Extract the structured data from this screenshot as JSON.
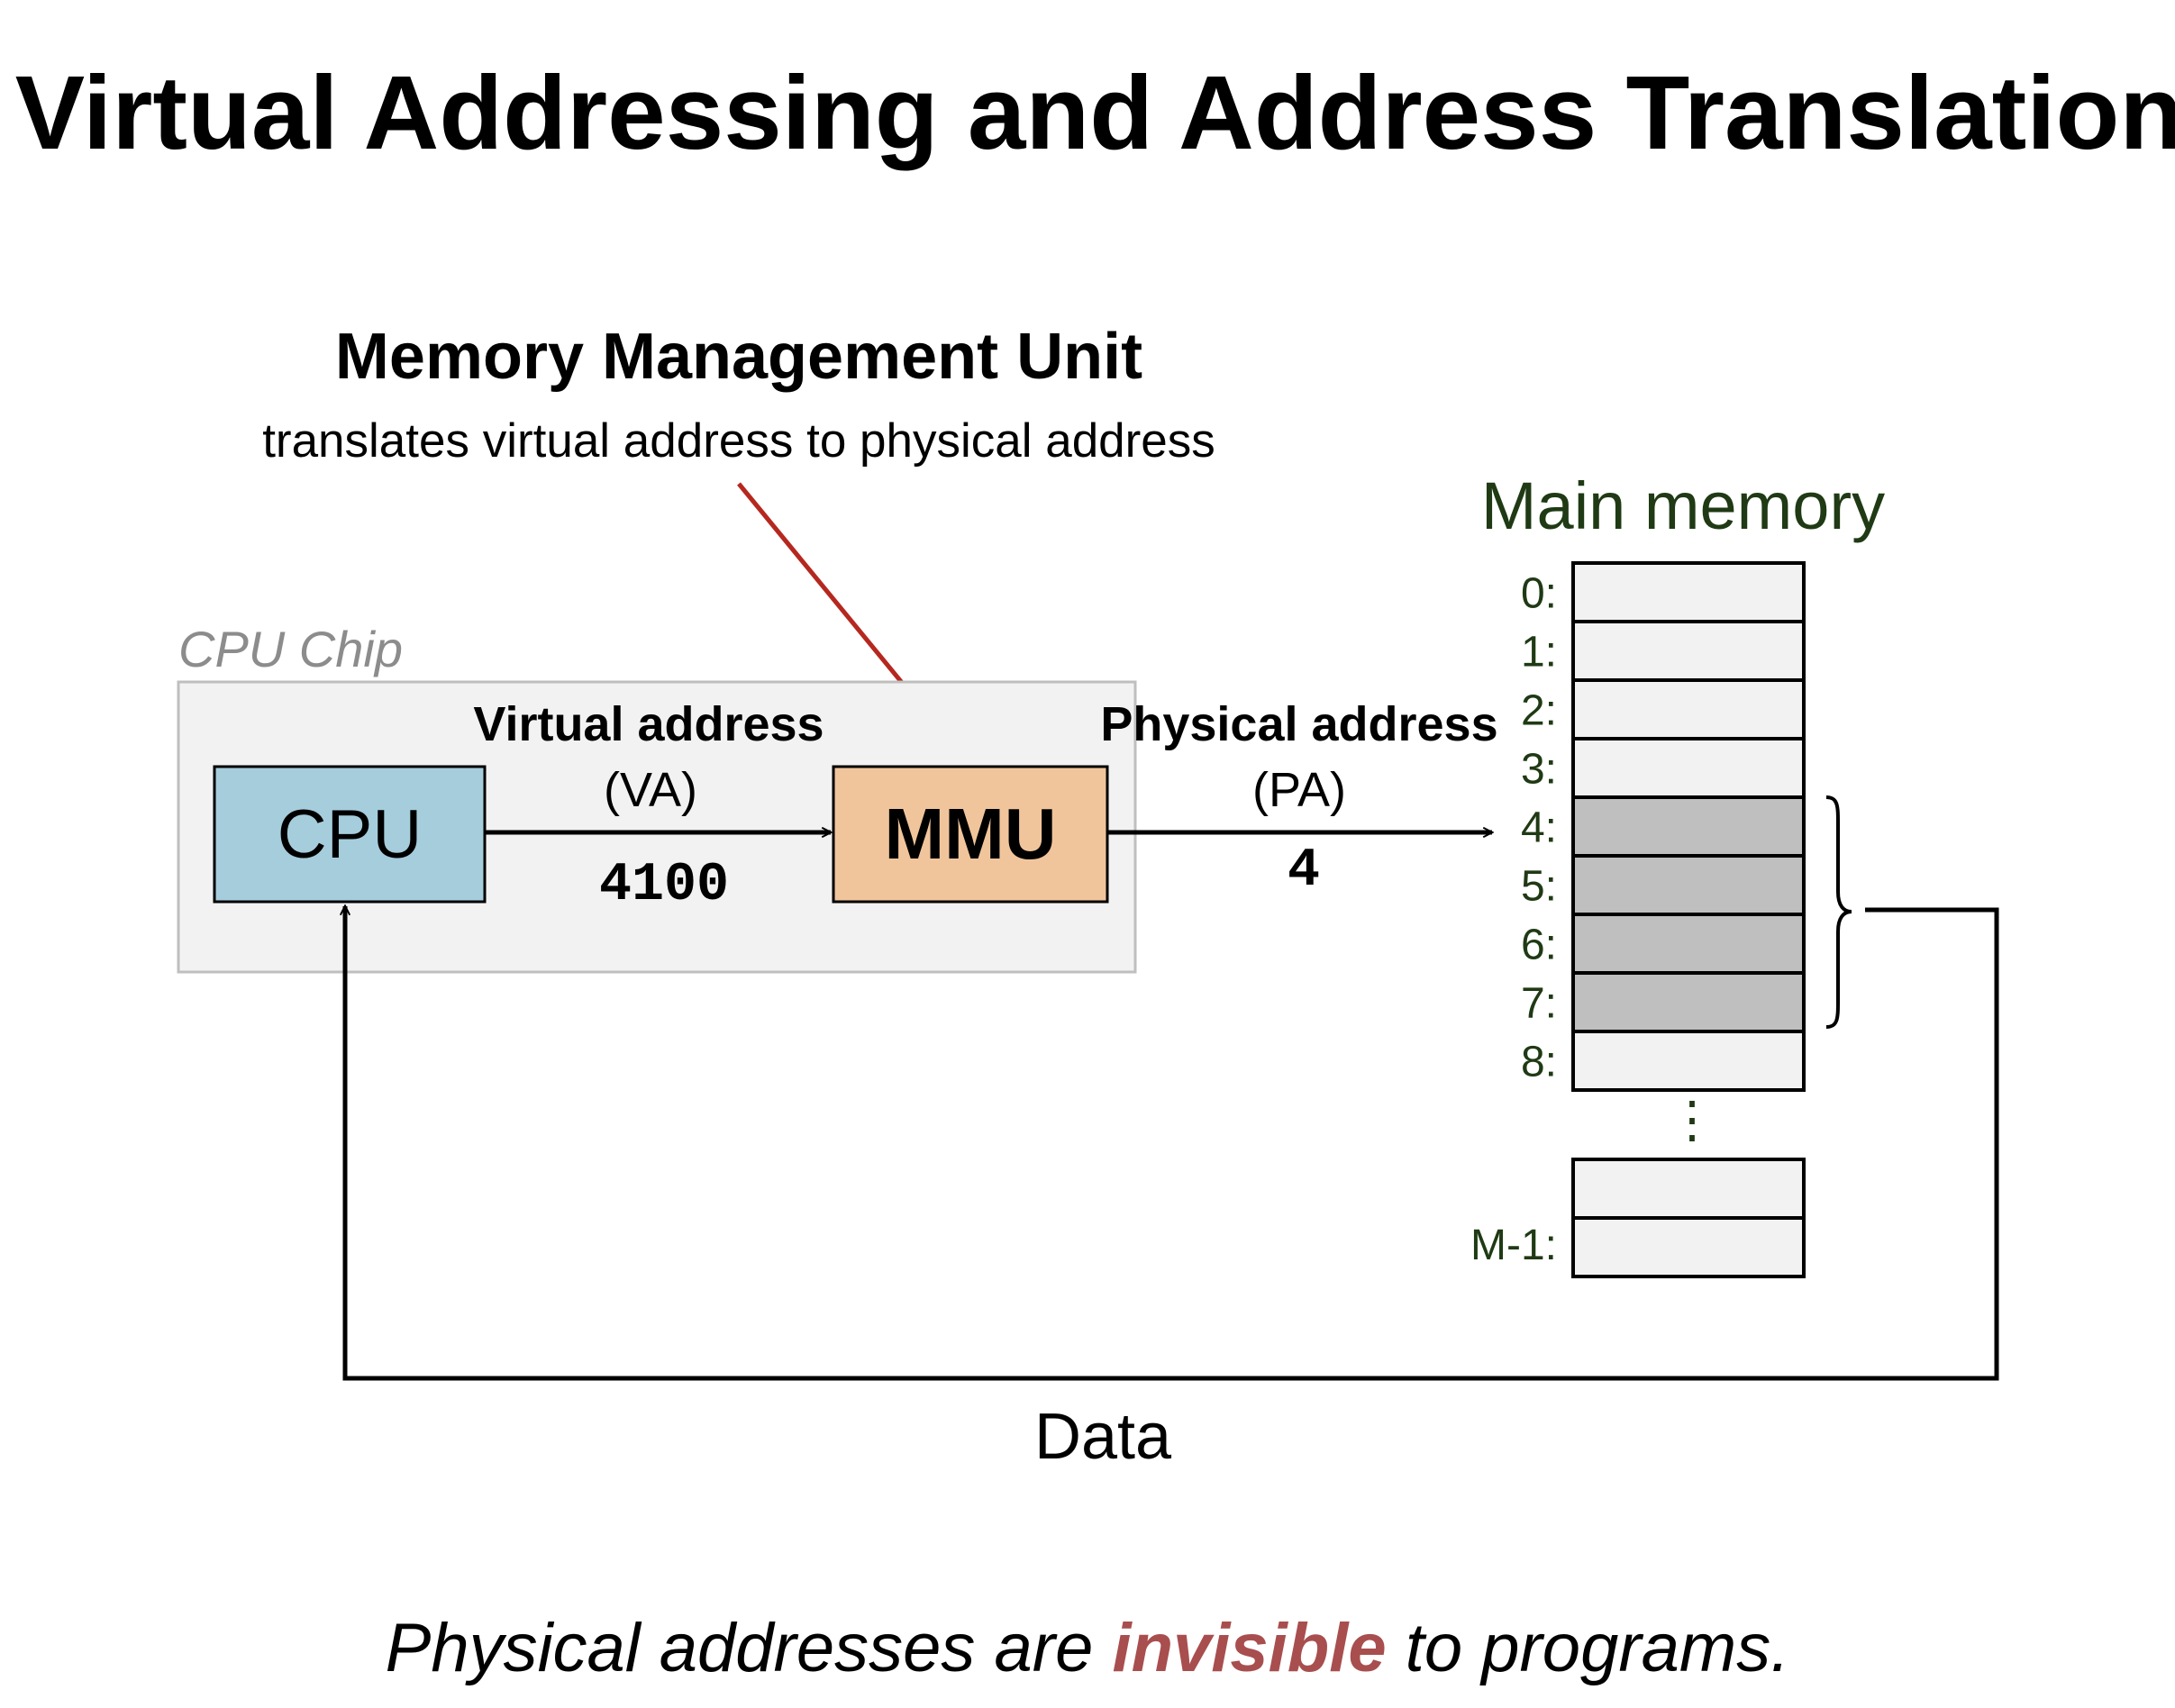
{
  "title": "Virtual Addressing and Address Translation",
  "mmu_callout": {
    "title": "Memory Management Unit",
    "subtitle": "translates virtual address to physical address"
  },
  "cpu_chip": {
    "label": "CPU Chip",
    "cpu_label": "CPU",
    "mmu_label": "MMU"
  },
  "virtual_address": {
    "label": "Virtual address",
    "abbrev": "(VA)",
    "value": "4100"
  },
  "physical_address": {
    "label": "Physical address",
    "abbrev": "(PA)",
    "value": "4"
  },
  "main_memory": {
    "title": "Main memory",
    "rows": [
      {
        "label": "0:",
        "highlighted": false
      },
      {
        "label": "1:",
        "highlighted": false
      },
      {
        "label": "2:",
        "highlighted": false
      },
      {
        "label": "3:",
        "highlighted": false
      },
      {
        "label": "4:",
        "highlighted": true
      },
      {
        "label": "5:",
        "highlighted": true
      },
      {
        "label": "6:",
        "highlighted": true
      },
      {
        "label": "7:",
        "highlighted": true
      },
      {
        "label": "8:",
        "highlighted": false
      }
    ],
    "ellipsis": "⋮",
    "last_label": "M-1:"
  },
  "data_label": "Data",
  "footer": {
    "before": "Physical addresses are ",
    "emphasis": "invisible",
    "after": " to programs."
  },
  "colors": {
    "cpu_fill": "#a6cddc",
    "mmu_fill": "#f1c59b",
    "chip_fill": "#f2f2f2",
    "chip_stroke": "#bfbfbf",
    "cell_fill": "#f2f2f2",
    "cell_highlight": "#bfbfbf",
    "callout_arrow": "#b5281f",
    "memory_text": "#1f3a14",
    "emphasis": "#a84e4e"
  }
}
